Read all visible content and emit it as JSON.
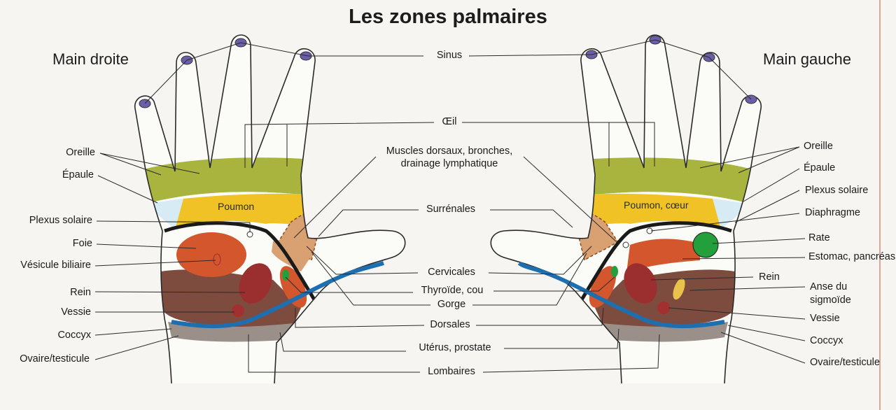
{
  "title": "Les zones palmaires",
  "hands": {
    "right": "Main droite",
    "left": "Main gauche"
  },
  "labels": {
    "sinus": "Sinus",
    "oeil": "Œil",
    "muscles": "Muscles dorsaux, bronches,",
    "drainage": "drainage lymphatique",
    "surrenales": "Surrénales",
    "cervicales": "Cervicales",
    "thyroide": "Thyroïde, cou",
    "gorge": "Gorge",
    "dorsales": "Dorsales",
    "uterus": "Utérus, prostate",
    "lombaires": "Lombaires",
    "oreille": "Oreille",
    "epaule": "Épaule",
    "plexus": "Plexus solaire",
    "foie": "Foie",
    "vesicule": "Vésicule biliaire",
    "rein": "Rein",
    "vessie": "Vessie",
    "coccyx": "Coccyx",
    "ovaire": "Ovaire/testicule",
    "diaphragme": "Diaphragme",
    "rate": "Rate",
    "estomac": "Estomac, pancréas",
    "anse1": "Anse du",
    "anse2": "sigmoïde"
  },
  "inner": {
    "poumon": "Poumon",
    "poumon_coeur": "Poumon, cœur"
  },
  "colors": {
    "green_band": "#a9b43f",
    "lung": "#f0c226",
    "liver": "#d4562d",
    "kidney": "#9b2e2e",
    "intestine": "#7e4c3e",
    "shoulder": "#c9762f",
    "spine": "#1d6fb0",
    "spleen": "#23a03c",
    "diaphragm": "#1a1a1a",
    "background": "#f6f5f1"
  }
}
